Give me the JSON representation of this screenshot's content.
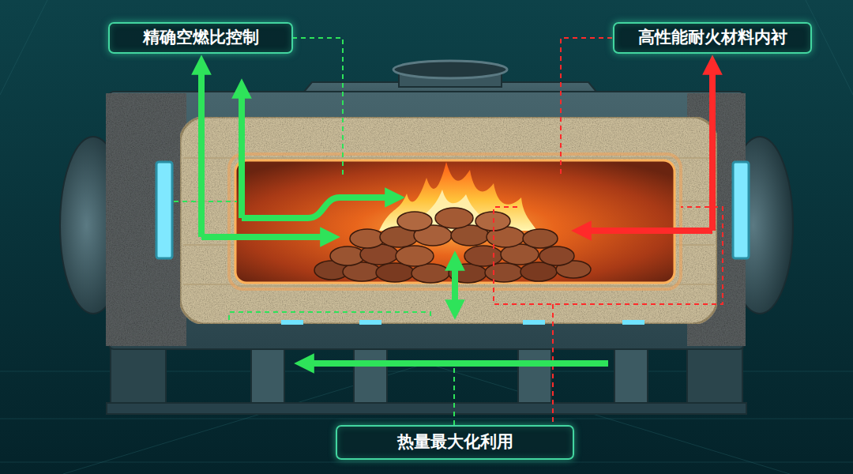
{
  "diagram": {
    "nodes": [
      {
        "text": [
          "精确空燃比控制"
        ]
      },
      {
        "text": [
          "高性能耐火材料内衬"
        ]
      },
      {
        "text": [
          "热量最大化利用"
        ]
      }
    ]
  }
}
